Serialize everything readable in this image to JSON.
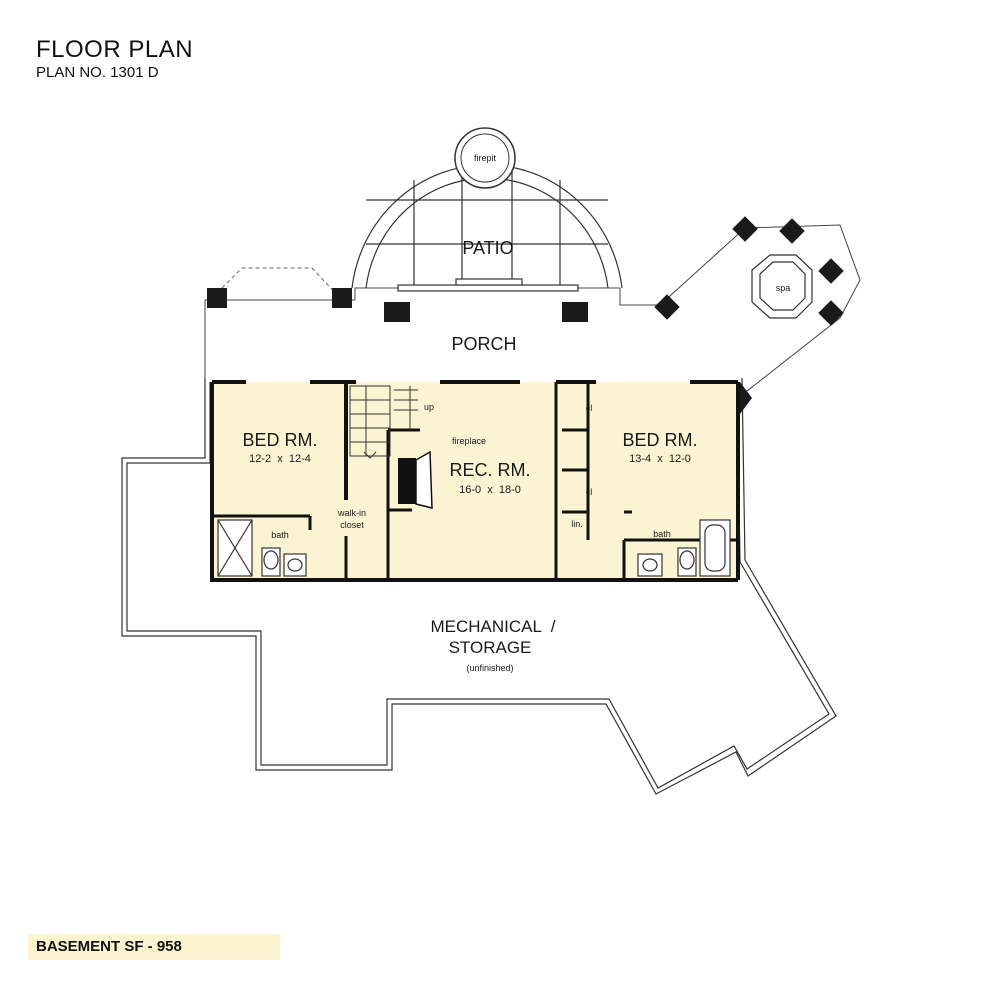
{
  "header": {
    "title": "FLOOR PLAN",
    "plan_no": "PLAN NO. 1301 D"
  },
  "rooms": {
    "firepit": "firepit",
    "patio": "PATIO",
    "spa": "spa",
    "porch": "PORCH",
    "bed_left": {
      "name": "BED RM.",
      "dims": "12-2  x  12-4"
    },
    "rec": {
      "name": "REC. RM.",
      "dims": "16-0  x  18-0"
    },
    "bed_right": {
      "name": "BED RM.",
      "dims": "13-4  x  12-0"
    },
    "up": "up",
    "fireplace": "fireplace",
    "walkin_1": "walk-in",
    "walkin_2": "closet",
    "bath_left": "bath",
    "bath_right": "bath",
    "cl_1": "cl",
    "cl_2": "cl",
    "lin": "lin.",
    "mech_1": "MECHANICAL  /",
    "mech_2": "STORAGE",
    "mech_3": "(unfinished)"
  },
  "footer": {
    "area": "BASEMENT SF - 958"
  },
  "colors": {
    "room_fill": "#fbf4d2",
    "wall": "#111111",
    "footer_bg": "#fbf5cf"
  }
}
